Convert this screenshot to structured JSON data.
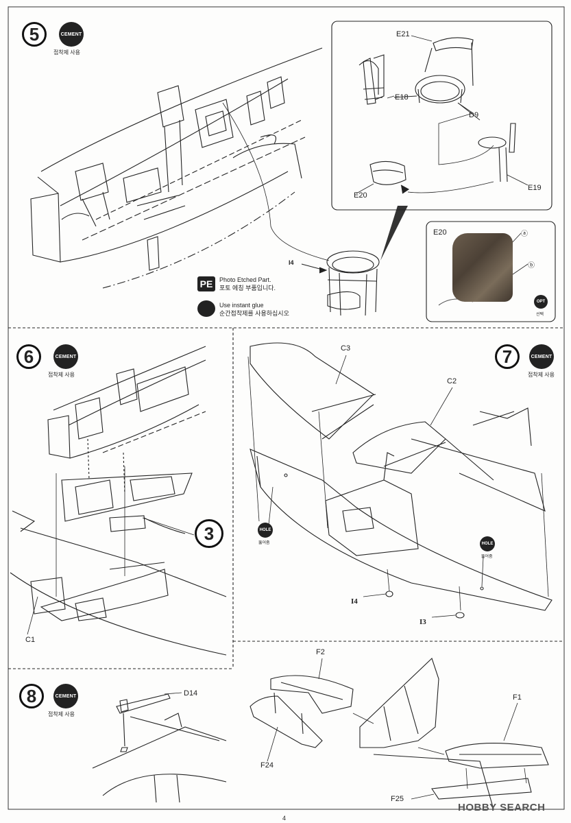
{
  "steps": {
    "s5": {
      "number": "5",
      "cement_badge": "CEMENT",
      "cement_note": "접착제 사용"
    },
    "s6": {
      "number": "6",
      "cement_badge": "CEMENT",
      "cement_note": "접착제 사용"
    },
    "s7": {
      "number": "7",
      "cement_badge": "CEMENT",
      "cement_note": "접착제 사용"
    },
    "s8": {
      "number": "8",
      "cement_badge": "CEMENT",
      "cement_note": "접착제 사용"
    }
  },
  "sub_reference": "3",
  "parts": {
    "e21": "E21",
    "e18": "E18",
    "d9": "D9",
    "e19": "E19",
    "e20": "E20",
    "e20_photo": "E20",
    "i4_arrow": "I4",
    "c3": "C3",
    "c2": "C2",
    "c1": "C1",
    "i4": "I4",
    "i3": "I3",
    "d14": "D14",
    "f2": "F2",
    "f1": "F1",
    "f24": "F24",
    "f25": "F25"
  },
  "photo_callouts": {
    "a": "ⓐ",
    "b": "ⓑ"
  },
  "opt_badge": {
    "label": "OPT",
    "note": "선택"
  },
  "hole_badges": {
    "label": "HOLE",
    "note": "뚫어줌"
  },
  "legend": {
    "pe_badge": "PE",
    "pe_en": "Photo Etched Part.",
    "pe_kr": "포토 에칭 부품입니다.",
    "glue_en": "Use instant glue",
    "glue_kr": "순간접착제를 사용하십시오"
  },
  "watermark": "HOBBY SEARCH",
  "page_number": "4"
}
